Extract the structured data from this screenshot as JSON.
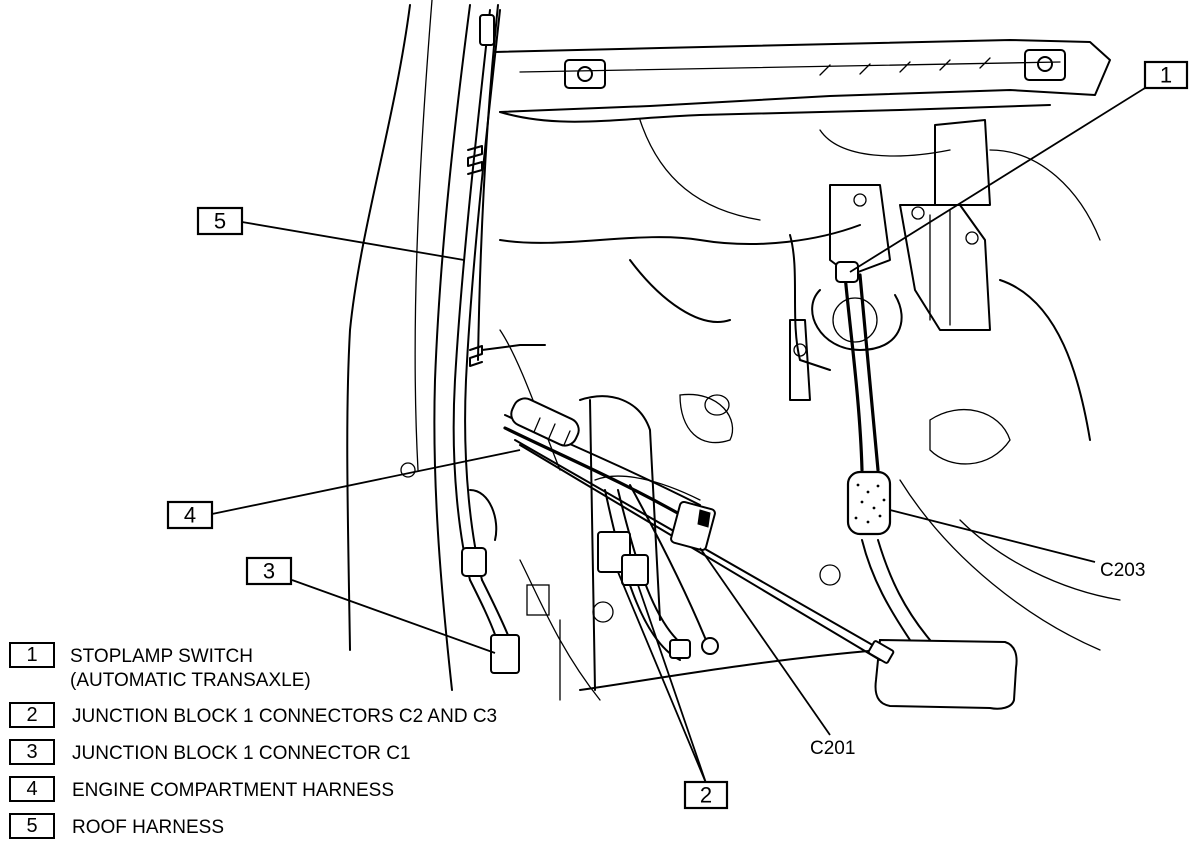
{
  "callouts": [
    {
      "num": "1"
    },
    {
      "num": "2"
    },
    {
      "num": "3"
    },
    {
      "num": "4"
    },
    {
      "num": "5"
    }
  ],
  "connector_labels": {
    "c203": "C203",
    "c201": "C201"
  },
  "legend": [
    {
      "num": "1",
      "line1": "STOPLAMP SWITCH",
      "line2": "(AUTOMATIC TRANSAXLE)"
    },
    {
      "num": "2",
      "line1": "JUNCTION BLOCK 1 CONNECTORS C2 AND C3"
    },
    {
      "num": "3",
      "line1": "JUNCTION BLOCK 1 CONNECTOR C1"
    },
    {
      "num": "4",
      "line1": "ENGINE COMPARTMENT HARNESS"
    },
    {
      "num": "5",
      "line1": "ROOF HARNESS"
    }
  ]
}
